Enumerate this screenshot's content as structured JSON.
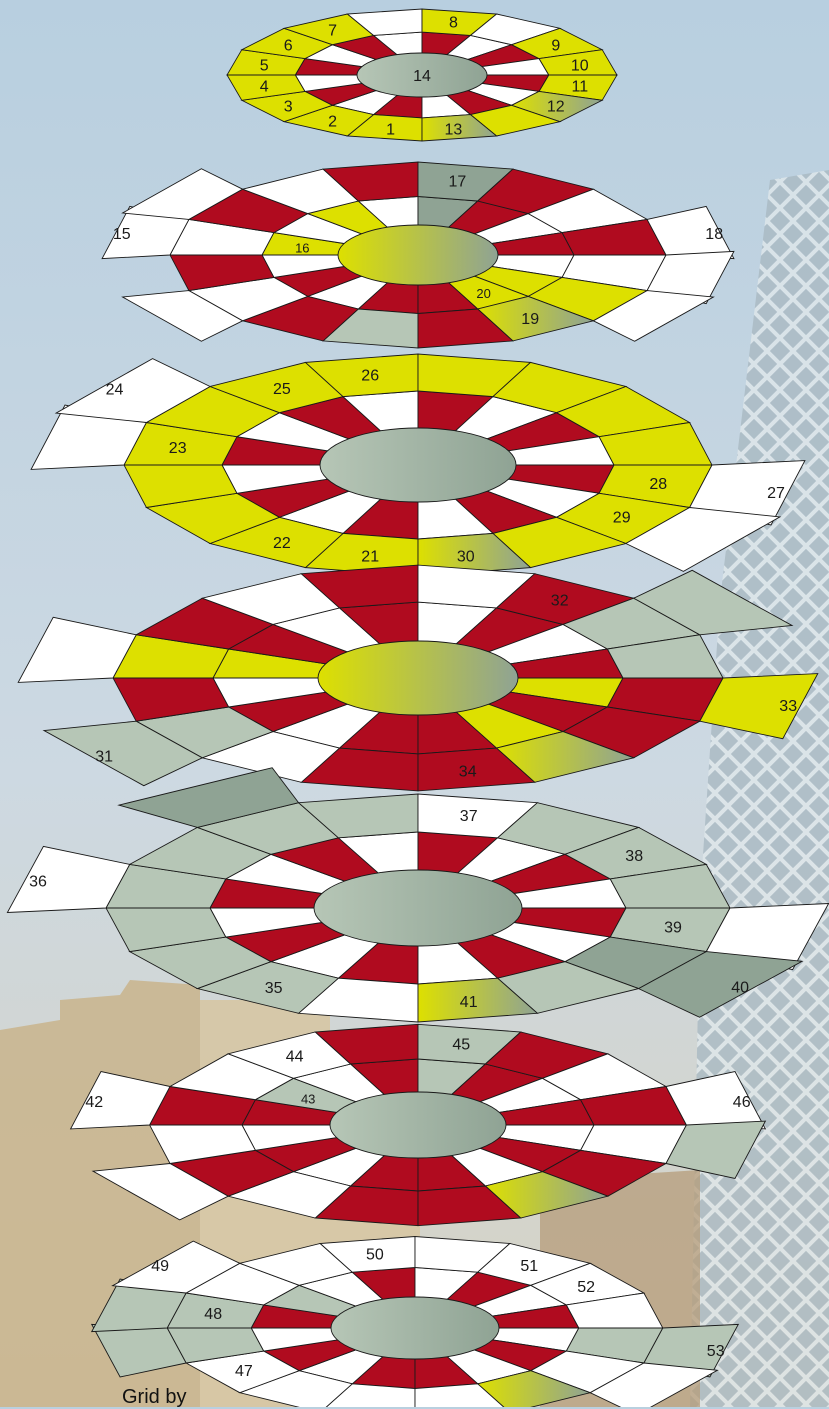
{
  "caption": "Grid by",
  "colors": {
    "red": "#b00b1f",
    "white": "#ffffff",
    "yellow": "#dde000",
    "sage": "#b6c6b6",
    "sage_dark": "#8fa394",
    "outline": "#1a1a1a",
    "divider": "#7a6248"
  },
  "levels": [
    {
      "name": "level-1",
      "cells": [
        {
          "ring": 1,
          "index": 0,
          "label": "1"
        },
        {
          "ring": 1,
          "index": 1,
          "label": "2"
        },
        {
          "ring": 1,
          "index": 2,
          "label": "3"
        },
        {
          "ring": 1,
          "index": 3,
          "label": "4"
        },
        {
          "ring": 1,
          "index": 4,
          "label": "5"
        },
        {
          "ring": 1,
          "index": 5,
          "label": "6"
        },
        {
          "ring": 1,
          "index": 6,
          "label": "7"
        },
        {
          "ring": 1,
          "index": 8,
          "label": "8"
        },
        {
          "ring": 1,
          "index": 10,
          "label": "9"
        },
        {
          "ring": 1,
          "index": 11,
          "label": "10"
        },
        {
          "ring": 1,
          "index": 12,
          "label": "11"
        },
        {
          "ring": 1,
          "index": 13,
          "label": "12"
        },
        {
          "ring": 1,
          "index": 15,
          "label": "13"
        }
      ],
      "center_label": "14"
    },
    {
      "name": "level-2",
      "cells": [
        {
          "ring": 2,
          "index": 4,
          "label": "15"
        },
        {
          "ring": 0,
          "index": 4,
          "label": "16"
        },
        {
          "ring": 1,
          "index": 8,
          "label": "17"
        },
        {
          "ring": 2,
          "index": 11,
          "label": "18"
        },
        {
          "ring": 0,
          "index": 14,
          "label": "20"
        },
        {
          "ring": 1,
          "index": 14,
          "label": "19"
        }
      ],
      "center_label": ""
    },
    {
      "name": "level-3",
      "cells": [
        {
          "ring": 1,
          "index": 0,
          "label": "21"
        },
        {
          "ring": 1,
          "index": 1,
          "label": "22"
        },
        {
          "ring": 1,
          "index": 4,
          "label": "23"
        },
        {
          "ring": 2,
          "index": 5,
          "label": "24"
        },
        {
          "ring": 1,
          "index": 6,
          "label": "25"
        },
        {
          "ring": 1,
          "index": 7,
          "label": "26"
        },
        {
          "ring": 2,
          "index": 12,
          "label": "27"
        },
        {
          "ring": 1,
          "index": 12,
          "label": "28"
        },
        {
          "ring": 1,
          "index": 13,
          "label": "29"
        },
        {
          "ring": 1,
          "index": 15,
          "label": "30"
        }
      ],
      "center_label": ""
    },
    {
      "name": "level-4",
      "cells": [
        {
          "ring": 2,
          "index": 2,
          "label": "31"
        },
        {
          "ring": 1,
          "index": 9,
          "label": "32"
        },
        {
          "ring": 2,
          "index": 12,
          "label": "33"
        },
        {
          "ring": 1,
          "index": 15,
          "label": "34"
        }
      ],
      "center_label": ""
    },
    {
      "name": "level-5",
      "cells": [
        {
          "ring": 1,
          "index": 1,
          "label": "35"
        },
        {
          "ring": 2,
          "index": 4,
          "label": "36"
        },
        {
          "ring": 1,
          "index": 8,
          "label": "37"
        },
        {
          "ring": 1,
          "index": 10,
          "label": "38"
        },
        {
          "ring": 1,
          "index": 12,
          "label": "39"
        },
        {
          "ring": 2,
          "index": 13,
          "label": "40"
        },
        {
          "ring": 1,
          "index": 15,
          "label": "41"
        }
      ],
      "center_label": ""
    },
    {
      "name": "level-6",
      "cells": [
        {
          "ring": 2,
          "index": 4,
          "label": "42"
        },
        {
          "ring": 0,
          "index": 5,
          "label": "43"
        },
        {
          "ring": 1,
          "index": 6,
          "label": "44"
        },
        {
          "ring": 1,
          "index": 8,
          "label": "45"
        },
        {
          "ring": 2,
          "index": 11,
          "label": "46"
        }
      ],
      "center_label": ""
    },
    {
      "name": "level-7",
      "cells": [
        {
          "ring": 1,
          "index": 2,
          "label": "47"
        },
        {
          "ring": 1,
          "index": 4,
          "label": "48"
        },
        {
          "ring": 2,
          "index": 5,
          "label": "49"
        },
        {
          "ring": 1,
          "index": 7,
          "label": "50"
        },
        {
          "ring": 1,
          "index": 9,
          "label": "51"
        },
        {
          "ring": 1,
          "index": 10,
          "label": "52"
        },
        {
          "ring": 2,
          "index": 12,
          "label": "53"
        }
      ],
      "center_label": ""
    }
  ]
}
